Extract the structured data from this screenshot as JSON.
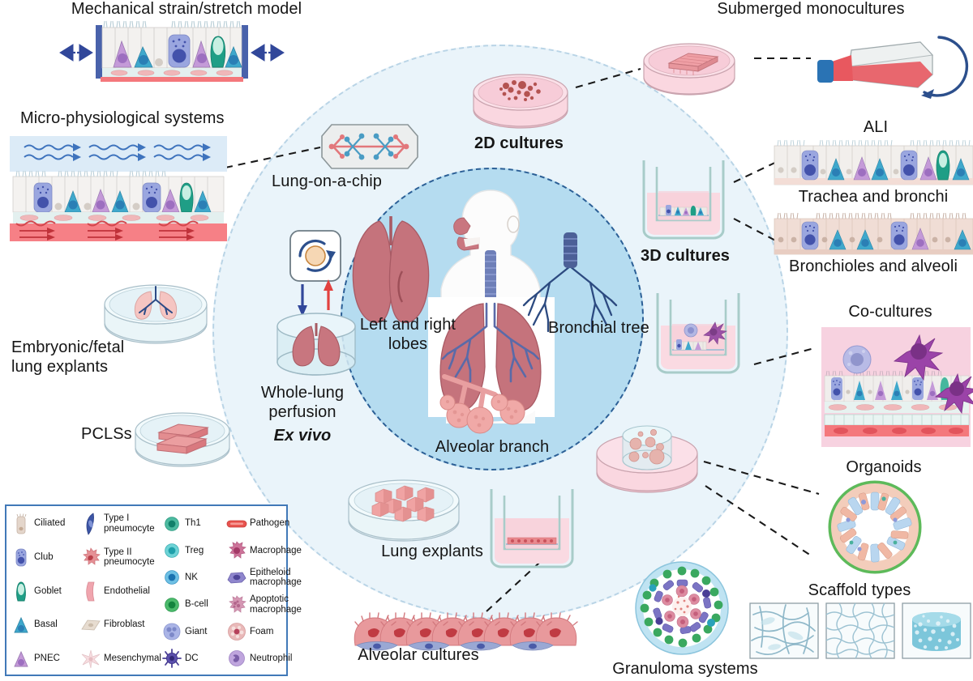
{
  "title": "Human lung model systems overview",
  "background_color": "#ffffff",
  "accent_colors": {
    "pale_circle_fill": "#eaf4fa",
    "pale_circle_border": "#b9d4e6",
    "core_circle_fill": "#b5dcf0",
    "core_circle_border": "#2b5f96",
    "legend_border": "#4179b8",
    "tissue_red": "#c57b83",
    "media_pink": "#f7d3dc",
    "media_blue": "#dbeef5",
    "dark_blue": "#2f4a8a"
  },
  "labels": {
    "mechanical_strain": "Mechanical strain/stretch model",
    "micro_physiological": "Micro-physiological systems",
    "embryonic_fetal": "Embryonic/fetal\nlung explants",
    "pclss": "PCLSs",
    "lung_on_a_chip": "Lung-on-a-chip",
    "whole_lung_perfusion": "Whole-lung\nperfusion",
    "ex_vivo": "Ex vivo",
    "two_d_cultures": "2D cultures",
    "submerged_monocultures": "Submerged monocultures",
    "three_d_cultures": "3D cultures",
    "ali": "ALI",
    "trachea_and_bronchi": "Trachea and bronchi",
    "bronchioles_and_alveoli": "Bronchioles and alveoli",
    "co_cultures": "Co-cultures",
    "organoids": "Organoids",
    "scaffold_types": "Scaffold types",
    "granuloma_systems": "Granuloma systems",
    "alveolar_cultures": "Alveolar cultures",
    "lung_explants": "Lung explants",
    "left_and_right_lobes": "Left and right\nlobes",
    "bronchial_tree": "Bronchial tree",
    "alveolar_branch": "Alveolar branch"
  },
  "legend": {
    "columns": [
      [
        {
          "label": "Ciliated",
          "icon": "ciliated-cell-icon",
          "color": "#d9c6b8"
        },
        {
          "label": "Club",
          "icon": "club-cell-icon",
          "color": "#8e9ad8"
        },
        {
          "label": "Goblet",
          "icon": "goblet-cell-icon",
          "color": "#3aa990"
        },
        {
          "label": "Basal",
          "icon": "basal-cell-icon",
          "color": "#2a9fc4"
        },
        {
          "label": "PNEC",
          "icon": "pnec-cell-icon",
          "color": "#b08bd0"
        }
      ],
      [
        {
          "label": "Type I\npneumocyte",
          "icon": "type-i-pneumocyte-icon",
          "color": "#3c55a5"
        },
        {
          "label": "Type II\npneumocyte",
          "icon": "type-ii-pneumocyte-icon",
          "color": "#d9828c"
        },
        {
          "label": "Endothelial",
          "icon": "endothelial-cell-icon",
          "color": "#eda3ad"
        },
        {
          "label": "Fibroblast",
          "icon": "fibroblast-icon",
          "color": "#ded0c4"
        },
        {
          "label": "Mesenchymal",
          "icon": "mesenchymal-cell-icon",
          "color": "#f3d7da"
        }
      ],
      [
        {
          "label": "Th1",
          "icon": "th1-cell-icon",
          "color": "#2fa38c"
        },
        {
          "label": "Treg",
          "icon": "treg-cell-icon",
          "color": "#35b5bb"
        },
        {
          "label": "NK",
          "icon": "nk-cell-icon",
          "color": "#2f8fc9"
        },
        {
          "label": "B-cell",
          "icon": "b-cell-icon",
          "color": "#22a04f"
        },
        {
          "label": "Giant",
          "icon": "giant-cell-icon",
          "color": "#97a4df"
        },
        {
          "label": "DC",
          "icon": "dendritic-cell-icon",
          "color": "#4a3f96"
        }
      ],
      [
        {
          "label": "Pathogen",
          "icon": "pathogen-icon",
          "color": "#e2544f"
        },
        {
          "label": "Macrophage",
          "icon": "macrophage-icon",
          "color": "#c9648f"
        },
        {
          "label": "Epitheloid\nmacrophage",
          "icon": "epitheloid-macrophage-icon",
          "color": "#6f63b8"
        },
        {
          "label": "Apoptotic\nmacrophage",
          "icon": "apoptotic-macrophage-icon",
          "color": "#c98aa8"
        },
        {
          "label": "Foam",
          "icon": "foam-cell-icon",
          "color": "#d4808f"
        },
        {
          "label": "Neutrophil",
          "icon": "neutrophil-icon",
          "color": "#a88ecb"
        }
      ]
    ]
  }
}
